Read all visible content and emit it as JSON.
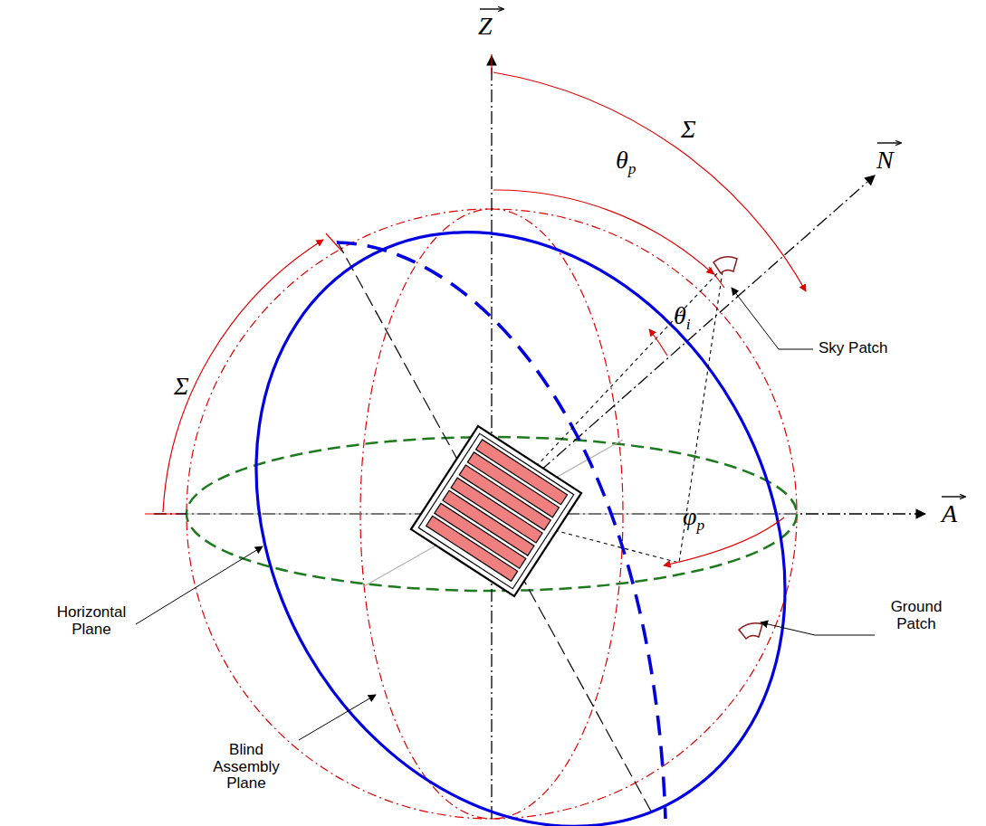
{
  "diagram": {
    "labels": [
      "Z",
      "Σ",
      "θp",
      "N",
      "Σ",
      "θi",
      "Sky Patch",
      "A",
      "φp",
      "Horizontal Plane",
      "Ground Patch",
      "Blind Assembly Plane"
    ]
  }
}
